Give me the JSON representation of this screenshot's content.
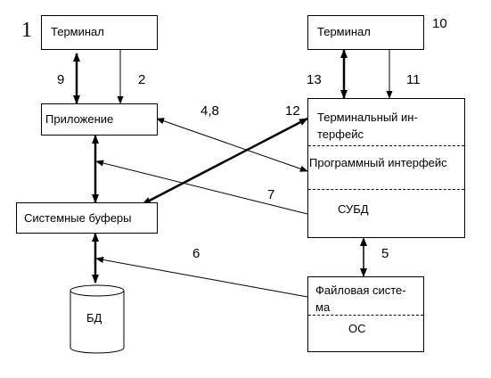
{
  "figure_number": "1",
  "boxes": {
    "terminal_left": "Терминал",
    "terminal_right": "Терминал",
    "application": "Приложение",
    "system_buffers": "Системные буферы",
    "dbms_terminal_if_line1": "Терминальный ин-",
    "dbms_terminal_if_line2": "терфейс",
    "dbms_program_if": "Программный интерфейс",
    "dbms_core": "СУБД",
    "fs_line1": "Файловая систе-",
    "fs_line2": "ма",
    "os": "ОС",
    "db": "БД"
  },
  "numbers": {
    "n2": "2",
    "n4_8": "4,8",
    "n5": "5",
    "n6": "6",
    "n7": "7",
    "n9": "9",
    "n10": "10",
    "n11": "11",
    "n12": "12",
    "n13": "13"
  }
}
